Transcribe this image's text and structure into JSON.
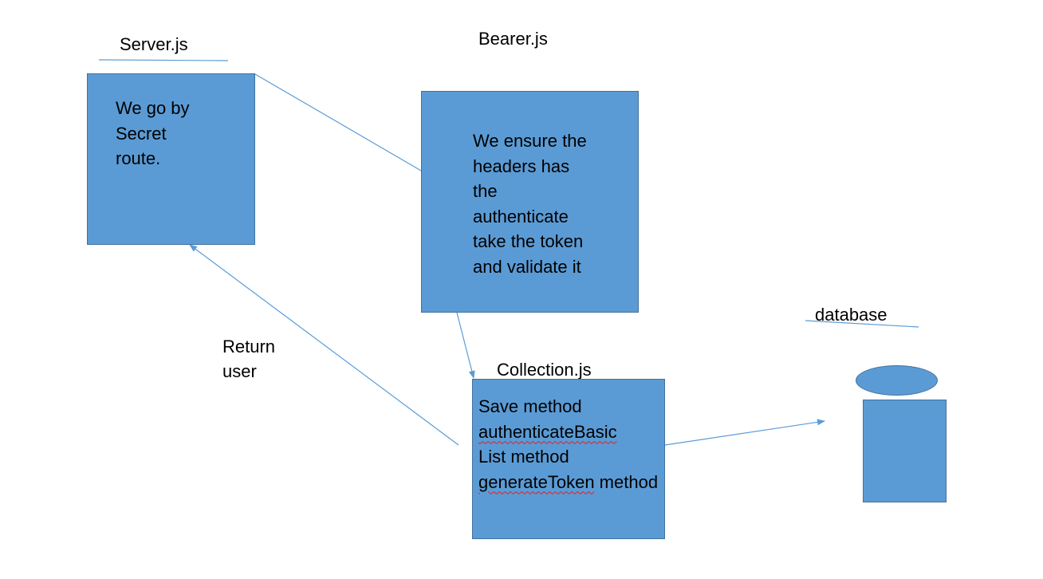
{
  "colors": {
    "box_fill": "#5b9bd5",
    "box_border": "#41719c",
    "connector": "#5b9bd5",
    "spellcheck_underline": "#e02020"
  },
  "server": {
    "title": "Server.js",
    "lines": [
      "We go by",
      "Secret",
      "route."
    ]
  },
  "bearer": {
    "title": "Bearer.js",
    "lines": [
      "We ensure the",
      "headers has",
      "the",
      "authenticate",
      "take the token",
      "and validate it"
    ]
  },
  "collection": {
    "title": "Collection.js",
    "lines": [
      "Save method",
      "authenticateBasic",
      "List method",
      "generateToken method"
    ]
  },
  "database": {
    "title": "database"
  },
  "return_label": {
    "lines": [
      "Return",
      "user"
    ]
  }
}
